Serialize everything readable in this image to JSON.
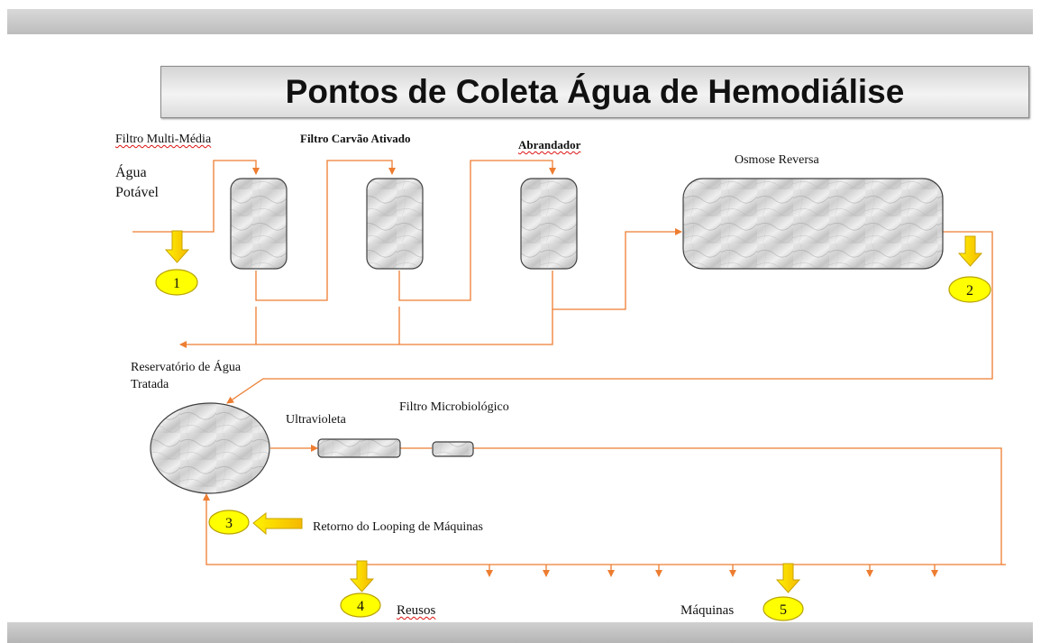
{
  "title": "Pontos de Coleta Água de Hemodiálise",
  "labels": {
    "multimedia": "Filtro  Multi-Média",
    "carvao": "Filtro  Carvão Ativado",
    "abrandador": "Abrandador",
    "osmose": "Osmose Reversa",
    "agua_line1": "Água",
    "agua_line2": "Potável",
    "reservatorio_line1": "Reservatório  de Água",
    "reservatorio_line2": "Tratada",
    "ultravioleta": "Ultravioleta",
    "microbiologico": "Filtro  Microbiológico",
    "retorno": "Retorno  do Looping  de Máquinas",
    "reusos": "Reusos",
    "maquinas": "Máquinas"
  },
  "points": [
    "1",
    "2",
    "3",
    "4",
    "5"
  ],
  "colors": {
    "pipe": "#ed7d31",
    "marker_fill": "#ffff00",
    "marker_border": "#b8a200",
    "vessel_border": "#404040"
  }
}
